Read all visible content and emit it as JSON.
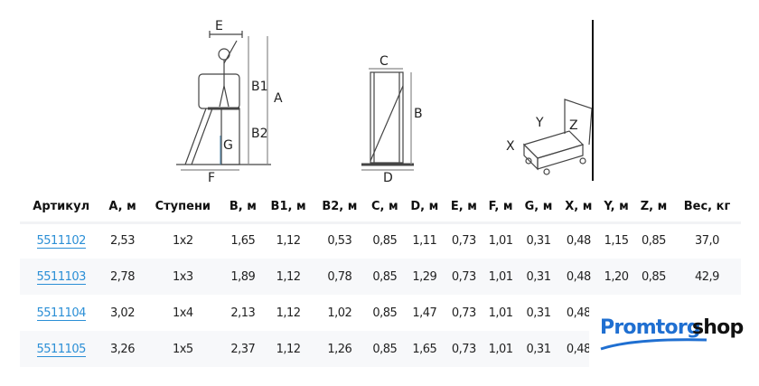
{
  "diagram": {
    "labels": {
      "e": "E",
      "b1": "B1",
      "a": "A",
      "b2": "B2",
      "g": "G",
      "f": "F",
      "c": "C",
      "b": "B",
      "d": "D",
      "x": "X",
      "y": "Y",
      "z": "Z"
    }
  },
  "table": {
    "headers": [
      "Артикул",
      "A, м",
      "Ступени",
      "B, м",
      "B1, м",
      "B2, м",
      "C, м",
      "D, м",
      "E, м",
      "F, м",
      "G, м",
      "X, м",
      "Y, м",
      "Z, м",
      "Вес, кг"
    ],
    "rows": [
      [
        "5511102",
        "2,53",
        "1x2",
        "1,65",
        "1,12",
        "0,53",
        "0,85",
        "1,11",
        "0,73",
        "1,01",
        "0,31",
        "0,48",
        "1,15",
        "0,85",
        "37,0"
      ],
      [
        "5511103",
        "2,78",
        "1x3",
        "1,89",
        "1,12",
        "0,78",
        "0,85",
        "1,29",
        "0,73",
        "1,01",
        "0,31",
        "0,48",
        "1,20",
        "0,85",
        "42,9"
      ],
      [
        "5511104",
        "3,02",
        "1x4",
        "2,13",
        "1,12",
        "1,02",
        "0,85",
        "1,47",
        "0,73",
        "1,01",
        "0,31",
        "0,48",
        "",
        "",
        ""
      ],
      [
        "5511105",
        "3,26",
        "1x5",
        "2,37",
        "1,12",
        "1,26",
        "0,85",
        "1,65",
        "0,73",
        "1,01",
        "0,31",
        "0,48",
        "",
        "",
        ""
      ]
    ]
  },
  "logo": {
    "brand": "Promtorg",
    "suffix": "shop",
    "color": "#1f6fd1"
  }
}
